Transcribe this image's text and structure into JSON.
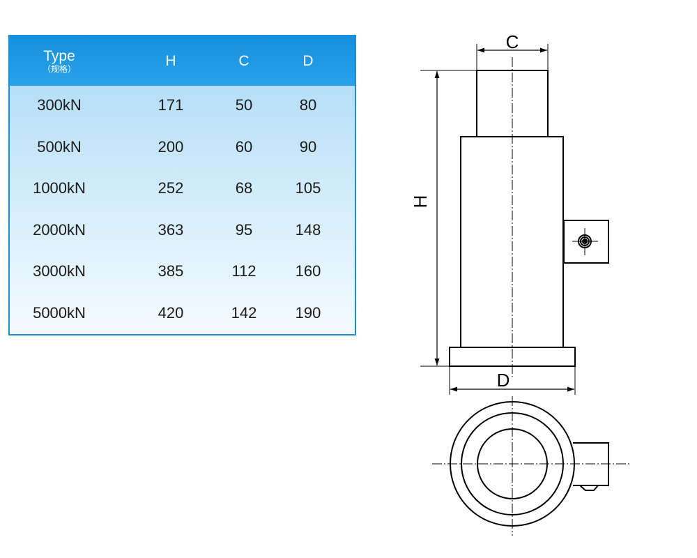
{
  "table": {
    "header": {
      "type_label": "Type",
      "type_sublabel": "（规格）",
      "col_h": "H",
      "col_c": "C",
      "col_d": "D"
    },
    "rows": [
      {
        "type": "300kN",
        "h": "171",
        "c": "50",
        "d": "80"
      },
      {
        "type": "500kN",
        "h": "200",
        "c": "60",
        "d": "90"
      },
      {
        "type": "1000kN",
        "h": "252",
        "c": "68",
        "d": "105"
      },
      {
        "type": "2000kN",
        "h": "363",
        "c": "95",
        "d": "148"
      },
      {
        "type": "3000kN",
        "h": "385",
        "c": "112",
        "d": "160"
      },
      {
        "type": "5000kN",
        "h": "420",
        "c": "142",
        "d": "190"
      }
    ],
    "colors": {
      "header_bg": "#1590dc",
      "border": "#1b8fd6",
      "body_top": "#a9d8f6",
      "body_bottom": "#f4faff"
    }
  },
  "diagram": {
    "dim_c_label": "C",
    "dim_h_label": "H",
    "dim_d_label": "D"
  }
}
